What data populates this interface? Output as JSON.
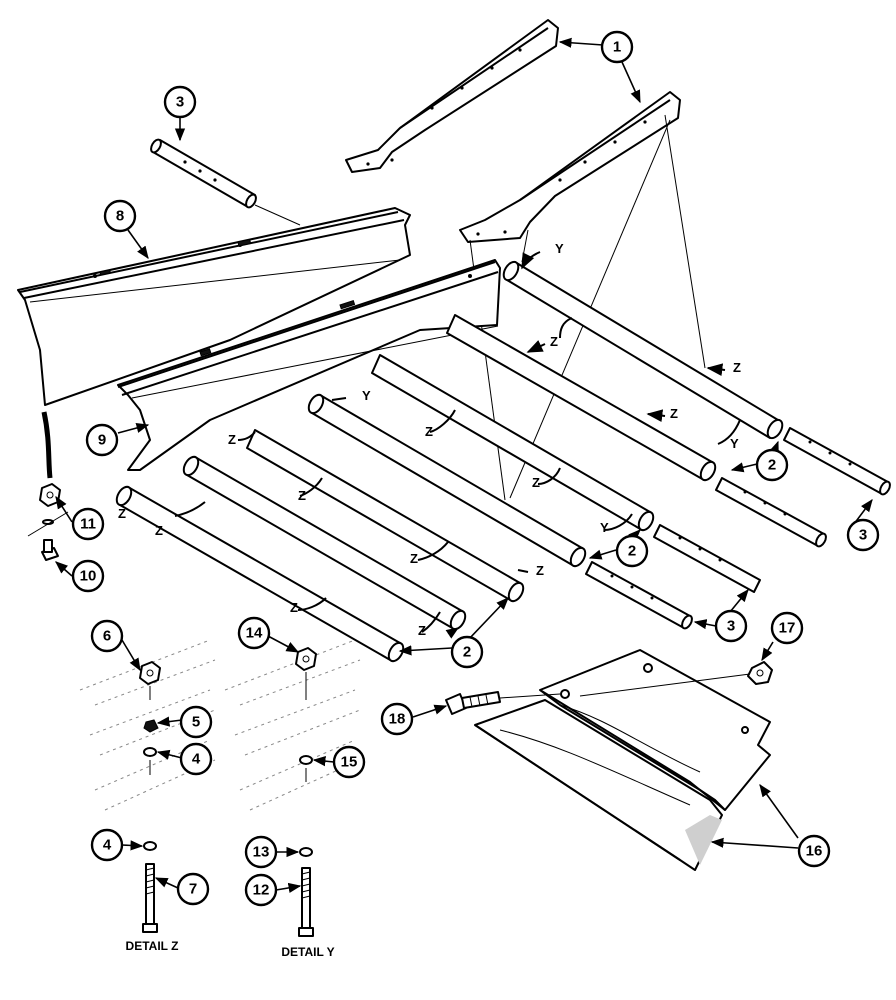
{
  "callouts": {
    "c1": "1",
    "c2a": "2",
    "c2b": "2",
    "c2c": "2",
    "c3a": "3",
    "c3b": "3",
    "c3c": "3",
    "c4a": "4",
    "c4b": "4",
    "c5": "5",
    "c6": "6",
    "c7": "7",
    "c8": "8",
    "c9": "9",
    "c10": "10",
    "c11": "11",
    "c12": "12",
    "c13": "13",
    "c14": "14",
    "c15": "15",
    "c16": "16",
    "c17": "17",
    "c18": "18"
  },
  "ref_labels": {
    "z": "Z",
    "y": "Y"
  },
  "captions": {
    "detail_z": "DETAIL Z",
    "detail_y": "DETAIL Y"
  }
}
